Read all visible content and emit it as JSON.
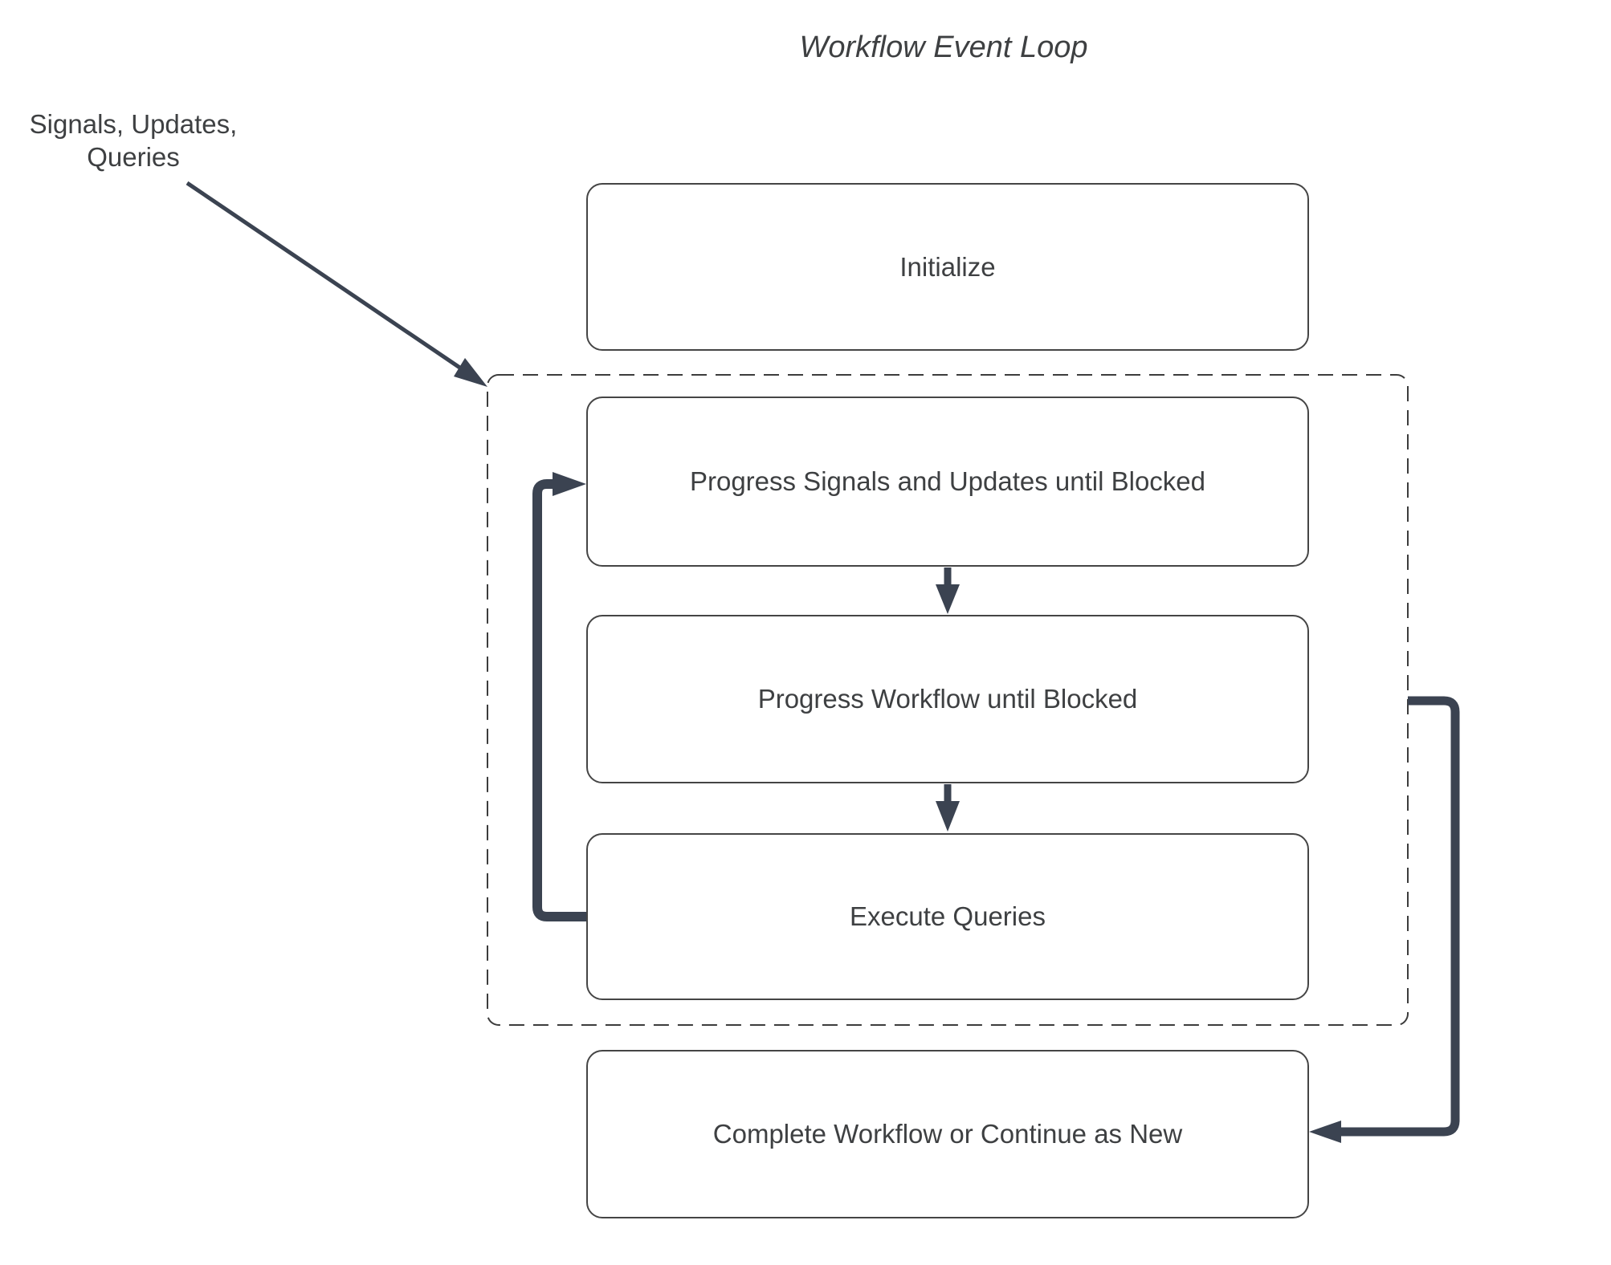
{
  "diagram": {
    "title": "Workflow Event Loop",
    "external_input": {
      "line1": "Signals, Updates,",
      "line2": "Queries"
    },
    "nodes": {
      "initialize": {
        "label": "Initialize"
      },
      "progress_signals": {
        "label": "Progress Signals and Updates until Blocked"
      },
      "progress_workflow": {
        "label": "Progress Workflow until Blocked"
      },
      "execute_queries": {
        "label": "Execute Queries"
      },
      "complete": {
        "label": "Complete Workflow or Continue as New"
      }
    },
    "container": {
      "name": "workflow-event-loop-boundary",
      "style": "dashed"
    },
    "edges": [
      {
        "from": "external-signals-updates-queries",
        "to": "event-loop-boundary",
        "style": "thin-diagonal-arrow"
      },
      {
        "from": "progress_signals",
        "to": "progress_workflow",
        "style": "down-arrow"
      },
      {
        "from": "progress_workflow",
        "to": "execute_queries",
        "style": "down-arrow"
      },
      {
        "from": "execute_queries",
        "to": "progress_signals",
        "style": "thick-left-loop-arrow"
      },
      {
        "from": "event-loop-boundary-right",
        "to": "complete",
        "style": "thick-right-elbow-arrow"
      }
    ],
    "colors": {
      "arrow": "#3b4351",
      "box_border": "#454545",
      "dashed_border": "#3c3c3c",
      "text": "#3e4042",
      "background": "#ffffff"
    }
  }
}
